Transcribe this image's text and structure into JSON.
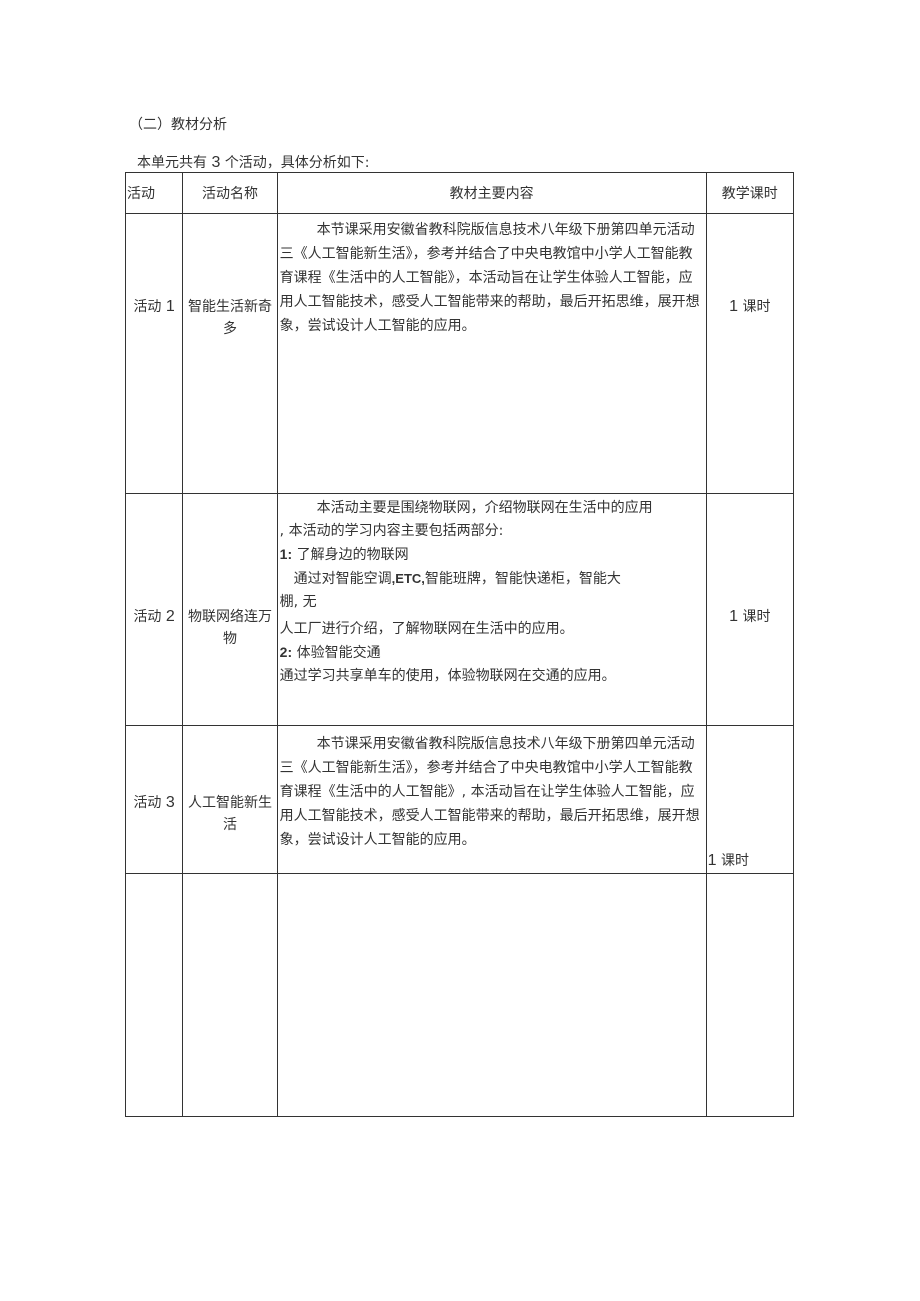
{
  "document": {
    "section_title": "（二）教材分析",
    "intro_prefix": "本单元共有",
    "intro_count": "3",
    "intro_suffix": "个活动，具体分析如下:"
  },
  "table": {
    "headers": [
      "活动",
      "活动名称",
      "教材主要内容",
      "教学课时"
    ],
    "rows": [
      {
        "activity_prefix": "活动",
        "activity_num": "1",
        "name": "智能生活新奇多",
        "content": "本节课采用安徽省教科院版信息技术八年级下册第四单元活动三《人工智能新生活》，参考并结合了中央电教馆中小学人工智能教育课程《生活中的人工智能》，本活动旨在让学生体验人工智能，应用人工智能技术，感受人工智能带来的帮助，最后开拓思维，展开想象，尝试设计人工智能的应用。",
        "hours_num": "1",
        "hours_unit": "课时"
      },
      {
        "activity_prefix": "活动",
        "activity_num": "2",
        "name": "物联网络连万物",
        "content_intro": "本活动主要是围绕物联网，介绍物联网在生活中的应用",
        "content_intro2": ", 本活动的学习内容主要包括两部分:",
        "part1_num": "1:",
        "part1_title": "了解身边的物联网",
        "part1_line1_a": "通过对智能空调",
        "part1_line1_etc": ",ETC,",
        "part1_line1_b": "智能班牌，智能快递柜，智能大",
        "part1_line2": "棚, 无",
        "part1_line3": "人工厂进行介绍，了解物联网在生活中的应用。",
        "part2_num": "2:",
        "part2_title": "体验智能交通",
        "part2_line1": "通过学习共享单车的使用，体验物联网在交通的应用。",
        "hours_num": "1",
        "hours_unit": "课时"
      },
      {
        "activity_prefix": "活动",
        "activity_num": "3",
        "name": "人工智能新生活",
        "content": "本节课采用安徽省教科院版信息技术八年级下册第四单元活动三《人工智能新生活》，参考并结合了中央电教馆中小学人工智能教育课程《生活中的人工智能》, 本活动旨在让学生体验人工智能，应用人工智能技术，感受人工智能带来的帮助，最后开拓思维，展开想象，尝试设计人工智能的应用。",
        "hours_num": "1",
        "hours_unit": "课时"
      }
    ]
  }
}
